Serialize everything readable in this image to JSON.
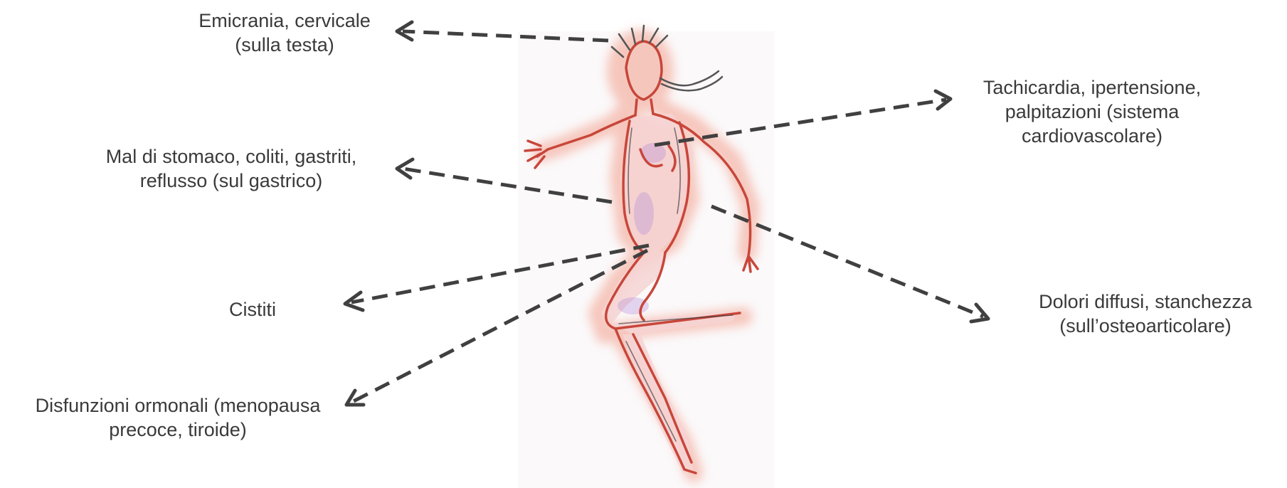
{
  "labels": {
    "head": {
      "line1": "Emicrania, cervicale",
      "line2": "(sulla testa)"
    },
    "heart": {
      "line1": "Tachicardia, ipertensione,",
      "line2": "palpitazioni (sistema",
      "line3": "cardiovascolare)"
    },
    "stomach": {
      "line1": "Mal di stomaco, coliti, gastriti,",
      "line2": "reflusso (sul gastrico)"
    },
    "bladder": {
      "line1": "Cistiti"
    },
    "joints": {
      "line1": "Dolori diffusi, stanchezza",
      "line2": "(sull’osteoarticolare)"
    },
    "hormones": {
      "line1": "Disfunzioni ormonali (menopausa",
      "line2": "precoce, tiroide)"
    }
  },
  "colors": {
    "text": "#3a3a3a",
    "arrow": "#404040",
    "figure_outline": "#c8463a",
    "figure_glow": "#f4b6a8",
    "figure_tint": "#b48cd8"
  },
  "illustration": "sketched female figure in red and pink watercolor"
}
